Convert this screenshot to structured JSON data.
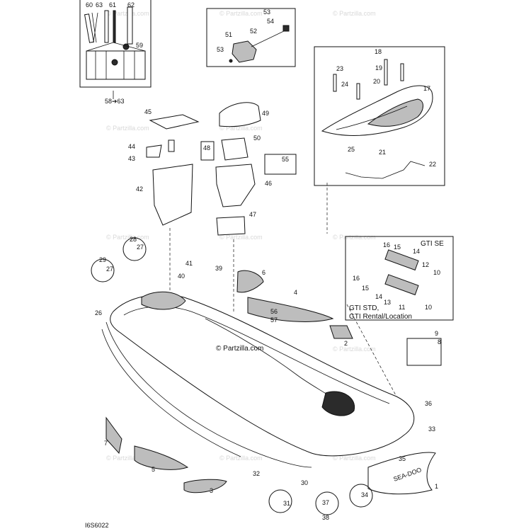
{
  "watermark": "© Partzilla.com",
  "center_watermark": "© Partzilla.com",
  "figure_code": "I6S6022",
  "inset_gti_se": {
    "title": "GTI SE",
    "footer_line1": "GTI STD,",
    "footer_line2": "GTI Rental/Location"
  },
  "callouts": {
    "n1": "1",
    "n2": "2",
    "n3": "3",
    "n4": "4",
    "n5": "5",
    "n6": "6",
    "n7": "7",
    "n8": "8",
    "n9": "9",
    "n10a": "10",
    "n10b": "10",
    "n11": "11",
    "n12": "12",
    "n13": "13",
    "n14a": "14",
    "n14b": "14",
    "n15a": "15",
    "n15b": "15",
    "n16a": "16",
    "n16b": "16",
    "n17": "17",
    "n18": "18",
    "n19": "19",
    "n20": "20",
    "n21": "21",
    "n22": "22",
    "n23": "23",
    "n24": "24",
    "n25": "25",
    "n26": "26",
    "n27a": "27",
    "n27b": "27",
    "n28": "28",
    "n29": "29",
    "n30": "30",
    "n31": "31",
    "n32": "32",
    "n33": "33",
    "n34": "34",
    "n35": "35",
    "n36": "36",
    "n37": "37",
    "n38": "38",
    "n39": "39",
    "n40": "40",
    "n41": "41",
    "n42": "42",
    "n43": "43",
    "n44": "44",
    "n45": "45",
    "n46": "46",
    "n47": "47",
    "n48": "48",
    "n49": "49",
    "n50": "50",
    "n51": "51",
    "n52": "52",
    "n53": "53",
    "n54": "54",
    "n55": "55",
    "n56": "56",
    "n57": "57",
    "n58_63": "58➔63",
    "n59": "59",
    "n60": "60",
    "n61": "61",
    "n62": "62",
    "n63": "63"
  },
  "decal_text": "SEA-DOO"
}
